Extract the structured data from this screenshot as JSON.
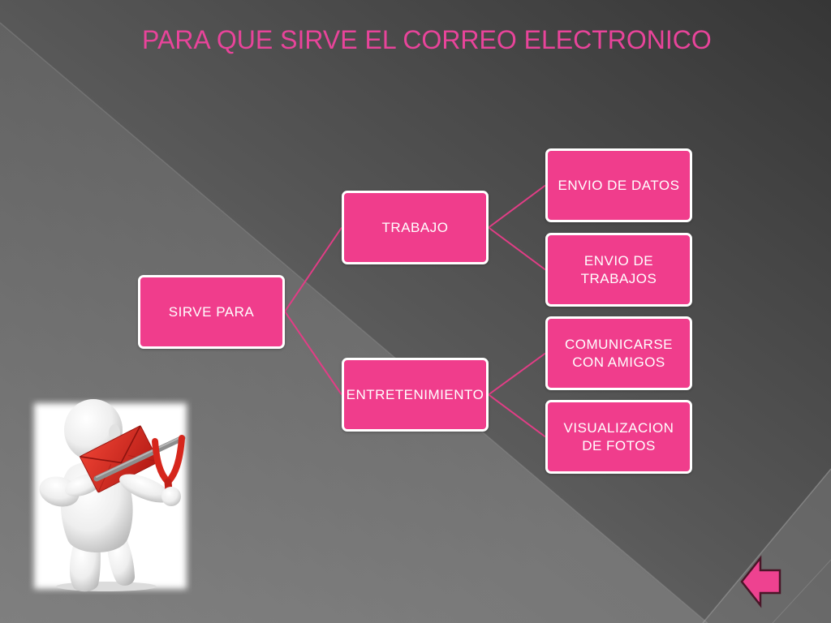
{
  "slide": {
    "title": "PARA QUE SIRVE EL CORREO ELECTRONICO"
  },
  "diagram": {
    "root": {
      "lines": [
        "SIRVE PARA"
      ]
    },
    "branches": [
      {
        "lines": [
          "TRABAJO"
        ],
        "children": [
          {
            "lines": [
              "ENVIO DE DATOS"
            ]
          },
          {
            "lines": [
              "ENVIO DE",
              "TRABAJOS"
            ]
          }
        ]
      },
      {
        "lines": [
          "ENTRETENIMIENTO"
        ],
        "children": [
          {
            "lines": [
              "COMUNICARSE",
              "CON AMIGOS"
            ]
          },
          {
            "lines": [
              "VISUALIZACION",
              "DE FOTOS"
            ]
          }
        ]
      }
    ]
  },
  "colors": {
    "title": "#e8449a",
    "node_fill": "#f03d8c",
    "node_border": "#ffffff",
    "node_text": "#ffffff",
    "connector": "#e23d86",
    "back_arrow_fill": "#ee4290",
    "back_arrow_outline": "#4a1628"
  },
  "icons": {
    "back_button": "arrow-left-icon",
    "illustration": "envelope-slingshot-icon"
  }
}
